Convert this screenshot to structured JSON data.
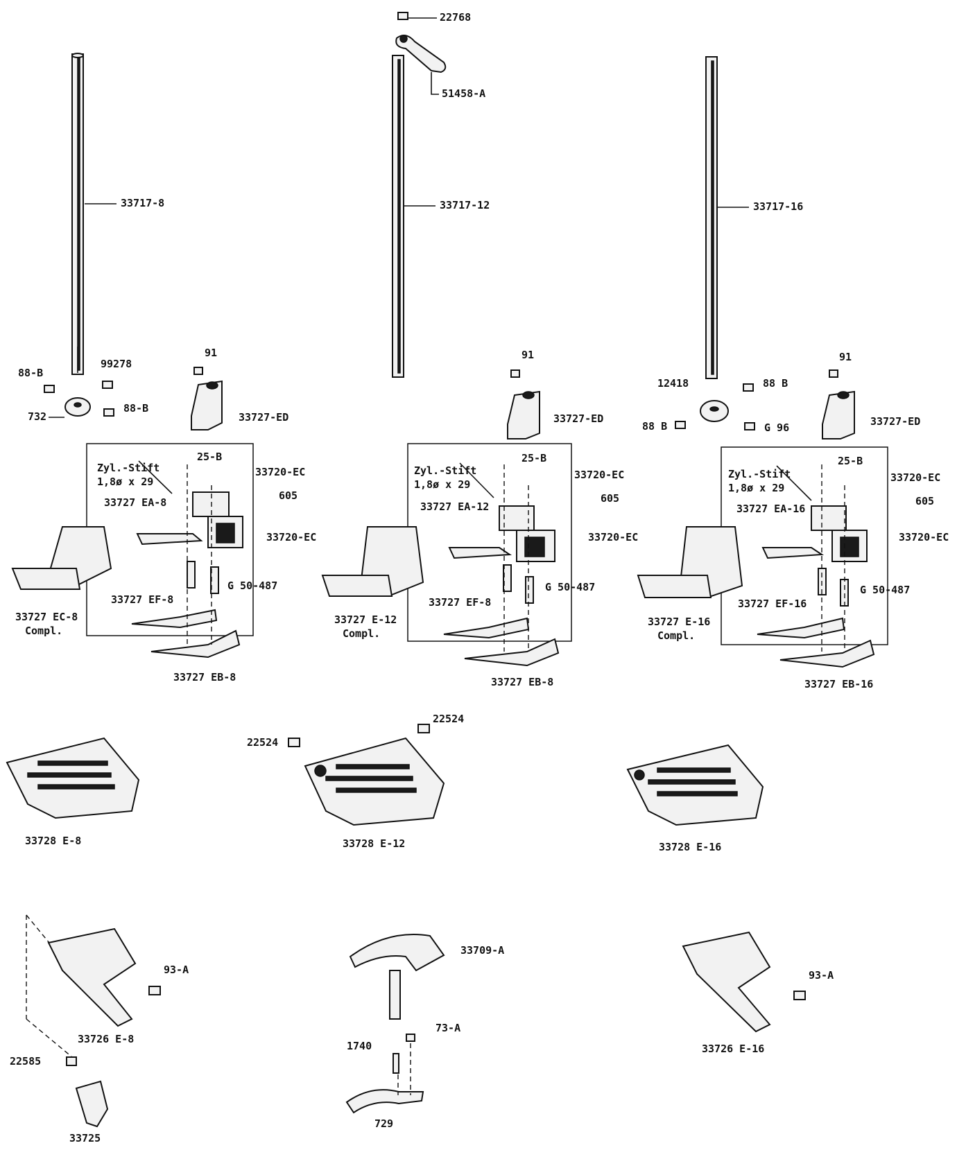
{
  "labels": {
    "rod_8": "33717-8",
    "rod_12": "33717-12",
    "rod_16": "33717-16",
    "screw_top": "22768",
    "lever_top": "51458-A",
    "b1_88b_a": "88-B",
    "b1_99278": "99278",
    "b1_732": "732",
    "b1_88b_b": "88-B",
    "b1_91": "91",
    "b1_ed": "33727-ED",
    "b1_25b": "25-B",
    "b1_zyl": "Zyl.-Stift",
    "b1_zyl_dim": "1,8ø x 29",
    "b1_ec_top": "33720-EC",
    "b1_605": "605",
    "b1_ea": "33727 EA-8",
    "b1_ec_bot": "33720-EC",
    "b1_g50": "G 50-487",
    "b1_ef": "33727 EF-8",
    "b1_compl_code": "33727 EC-8",
    "b1_compl": "Compl.",
    "b1_eb": "33727 EB-8",
    "b2_91": "91",
    "b2_ed": "33727-ED",
    "b2_25b": "25-B",
    "b2_zyl": "Zyl.-Stift",
    "b2_zyl_dim": "1,8ø x 29",
    "b2_ec_top": "33720-EC",
    "b2_605": "605",
    "b2_ea": "33727 EA-12",
    "b2_ec_bot": "33720-EC",
    "b2_g50": "G 50-487",
    "b2_ef": "33727 EF-8",
    "b2_compl_code": "33727 E-12",
    "b2_compl": "Compl.",
    "b2_eb": "33727 EB-8",
    "b3_12418": "12418",
    "b3_88b_a": "88 B",
    "b3_88b_b": "88 B",
    "b3_g96": "G 96",
    "b3_91": "91",
    "b3_ed": "33727-ED",
    "b3_25b": "25-B",
    "b3_zyl": "Zyl.-Stift",
    "b3_zyl_dim": "1,8ø x 29",
    "b3_ec_top": "33720-EC",
    "b3_605": "605",
    "b3_ea": "33727 EA-16",
    "b3_ec_bot": "33720-EC",
    "b3_g50": "G 50-487",
    "b3_ef": "33727 EF-16",
    "b3_compl_code": "33727 E-16",
    "b3_compl": "Compl.",
    "b3_eb": "33727 EB-16",
    "plate_8": "33728 E-8",
    "plate_12": "33728 E-12",
    "plate_16": "33728 E-16",
    "plate_screw_a": "22524",
    "plate_screw_b": "22524",
    "feed_8": "33726 E-8",
    "feed_8_screw": "93-A",
    "feed_8_screw2": "22585",
    "feed_8_foot": "33725",
    "knife": "33709-A",
    "knife_screw": "73-A",
    "knife_pin": "1740",
    "knife_spring": "729",
    "feed_16": "33726 E-16",
    "feed_16_screw": "93-A"
  }
}
